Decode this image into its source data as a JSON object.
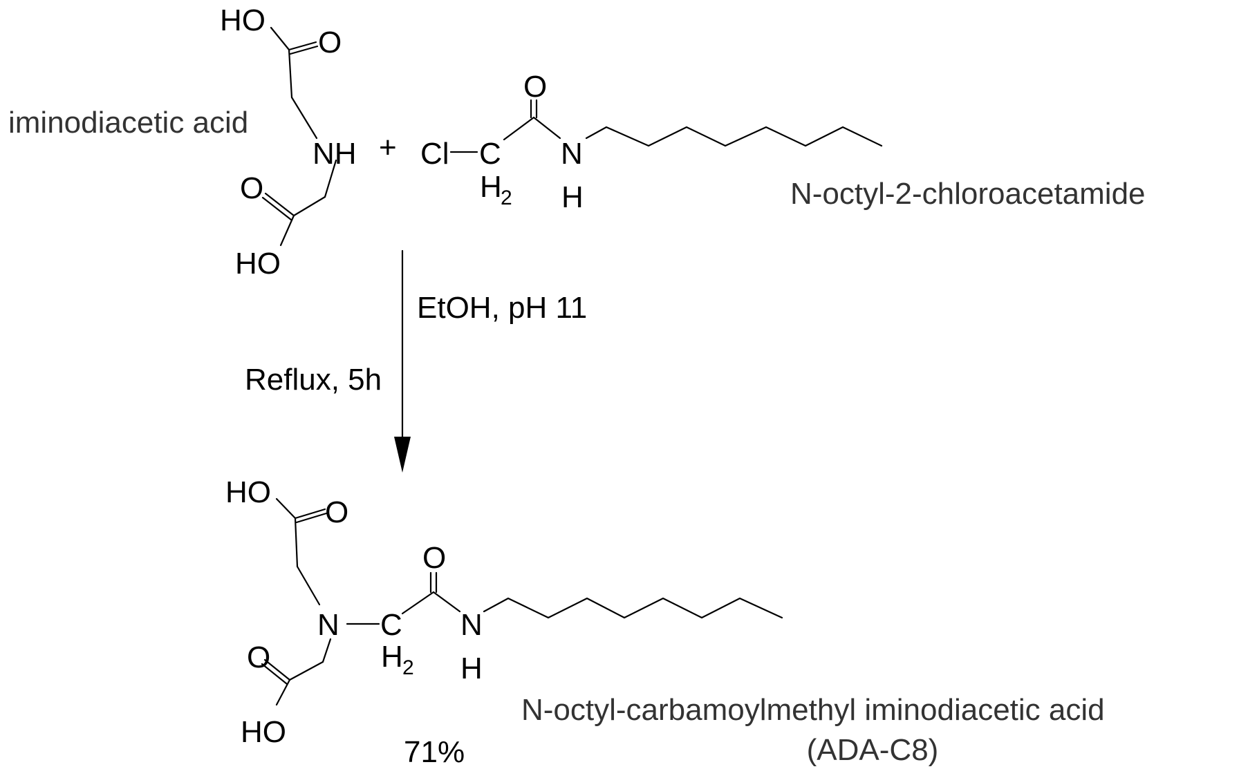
{
  "reactant1": {
    "name": "iminodiacetic acid",
    "atoms": {
      "ho_top": "HO",
      "o_top": "O",
      "nh": "NH",
      "o_bottom": "O",
      "ho_bottom": "HO"
    }
  },
  "plus": "+",
  "reactant2": {
    "name": "N-octyl-2-chloroacetamide",
    "atoms": {
      "cl": "Cl",
      "c": "C",
      "h2_h": "H",
      "h2_sub": "2",
      "o": "O",
      "n": "N",
      "nh_h": "H"
    }
  },
  "conditions": {
    "line1": "EtOH, pH 11",
    "line2": "Reflux, 5h"
  },
  "product": {
    "name_line1": "N-octyl-carbamoylmethyl iminodiacetic acid",
    "name_line2": "(ADA-C8)",
    "yield": "71%",
    "atoms": {
      "ho_top": "HO",
      "o_top": "O",
      "n": "N",
      "c": "C",
      "h2_h": "H",
      "h2_sub": "2",
      "o_amide": "O",
      "nh": "N",
      "nh_h": "H",
      "o_bottom": "O",
      "ho_bottom": "HO"
    }
  }
}
